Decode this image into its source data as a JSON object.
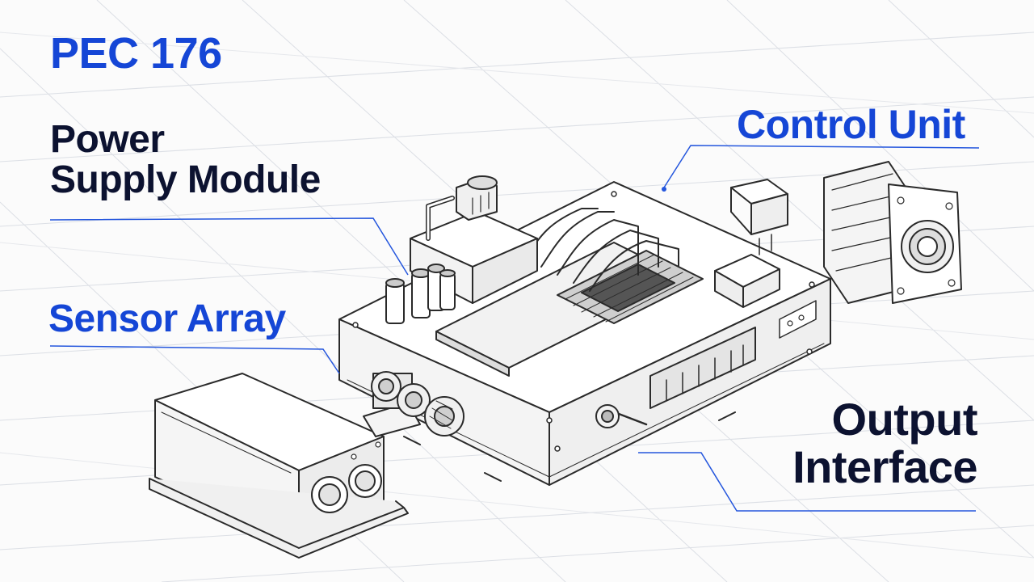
{
  "title": "PEC 176",
  "labels": {
    "power_supply": [
      "Power",
      "Supply Module"
    ],
    "sensor_array": "Sensor Array",
    "control_unit": "Control Unit",
    "output_interface": [
      "Output",
      "Interface"
    ]
  },
  "colors": {
    "accent_blue": "#1546d6",
    "label_dark": "#0c1230",
    "sketch_ink": "#2a2a2a",
    "grid": "#d9dde3",
    "background": "#fbfbfb"
  },
  "components": [
    "main-board-enclosure-icon",
    "power-supply-module-icon",
    "sensor-array-box-icon",
    "control-unit-motor-icon",
    "output-interface-connector-icon"
  ]
}
